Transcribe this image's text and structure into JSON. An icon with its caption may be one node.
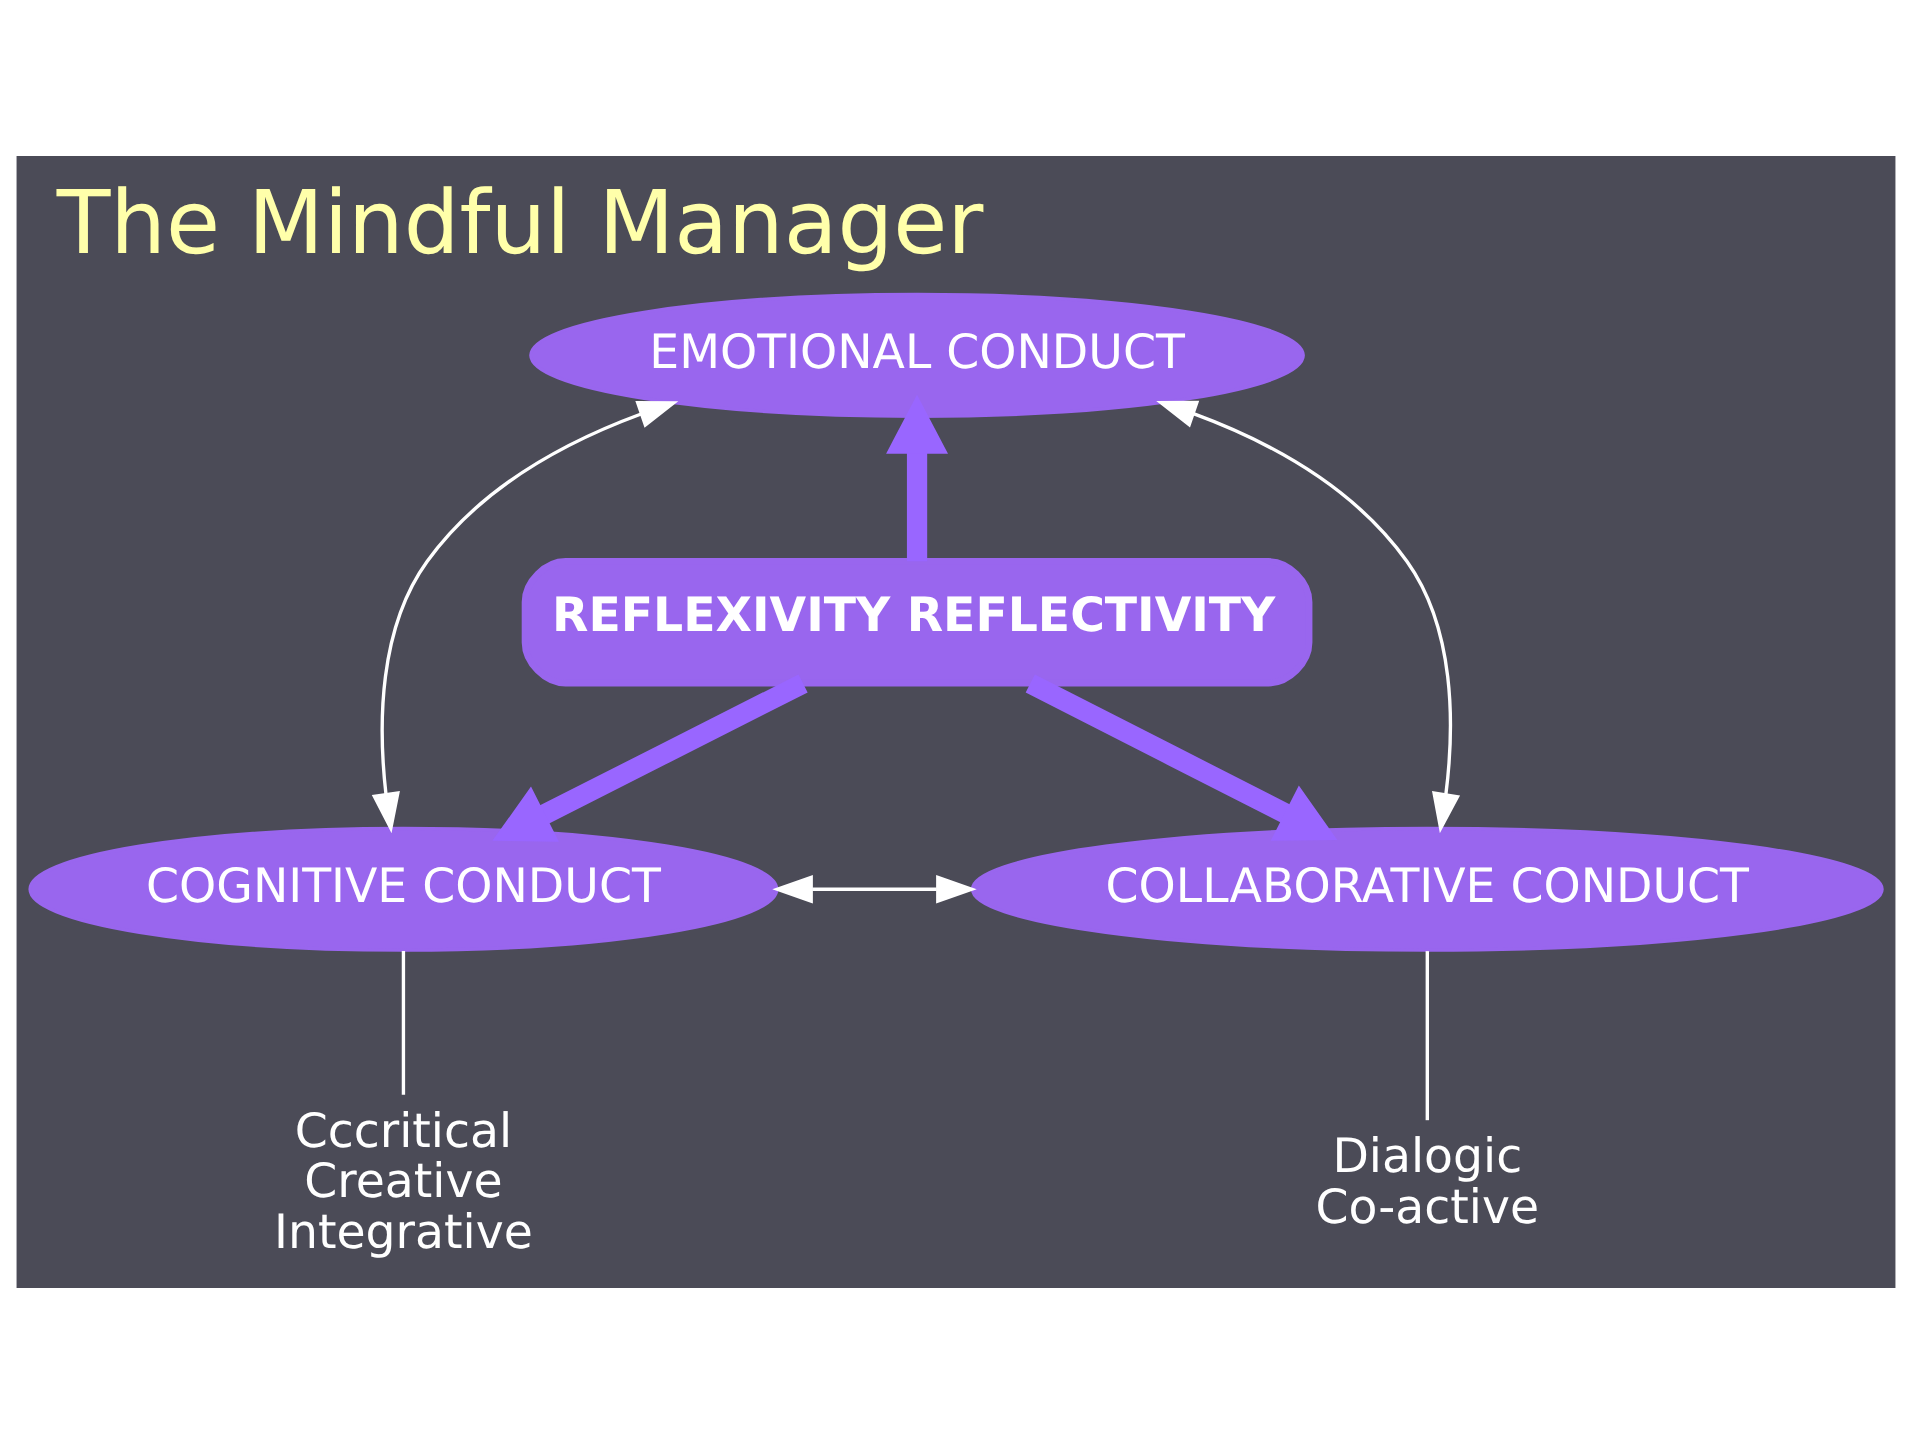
{
  "diagram": {
    "title": "The Mindful Manager",
    "nodes": [
      {
        "text": [
          "EMOTIONAL CONDUCT"
        ]
      },
      {
        "text": [
          "REFLEXIVITY REFLECTIVITY"
        ]
      },
      {
        "text": [
          "COGNITIVE CONDUCT"
        ]
      },
      {
        "text": [
          "COLLABORATIVE CONDUCT"
        ]
      },
      {
        "text": [
          "Cccritical",
          "Creative",
          "Integrative"
        ]
      },
      {
        "text": [
          "Dialogic",
          "Co-active"
        ]
      }
    ],
    "edges": [
      {
        "from": 1,
        "to": 0,
        "arrow": "to",
        "style": "thick",
        "color": "#9966ff"
      },
      {
        "from": 1,
        "to": 2,
        "arrow": "to",
        "style": "thick",
        "color": "#9966ff"
      },
      {
        "from": 1,
        "to": 3,
        "arrow": "to",
        "style": "thick",
        "color": "#9966ff"
      },
      {
        "from": 0,
        "to": 2,
        "arrow": "both"
      },
      {
        "from": 0,
        "to": 3,
        "arrow": "both"
      },
      {
        "from": 2,
        "to": 3,
        "arrow": "both"
      },
      {
        "from": 2,
        "to": 4,
        "arrow": "none"
      },
      {
        "from": 3,
        "to": 5,
        "arrow": "none"
      }
    ]
  }
}
